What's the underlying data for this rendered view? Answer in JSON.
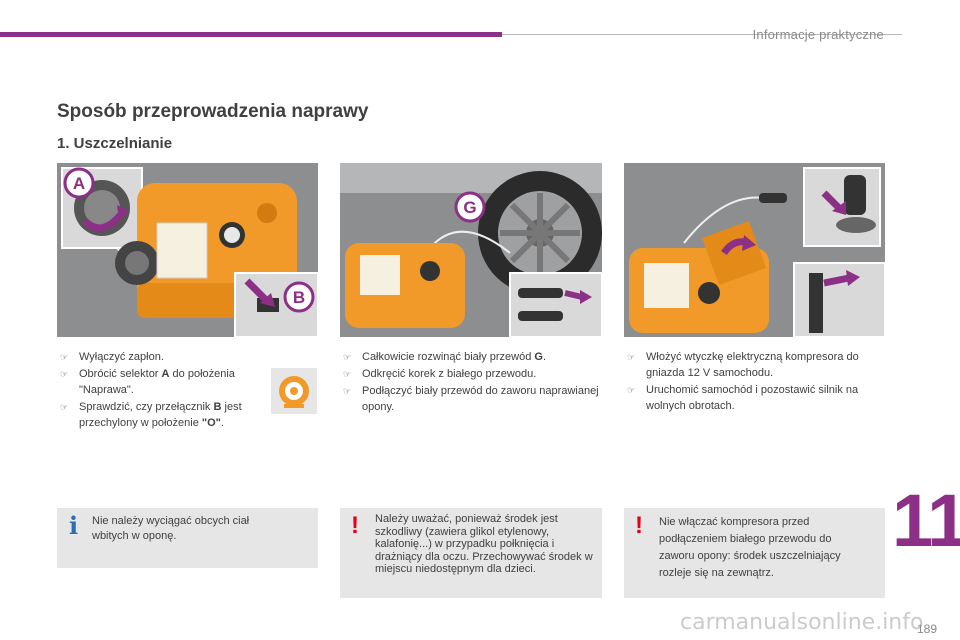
{
  "header": {
    "title": "Informacje praktyczne"
  },
  "section_title": "Sposób przeprowadzenia naprawy",
  "sub_title": "1. Uszczelnianie",
  "figures": {
    "label_a": "A",
    "label_b": "B",
    "label_g": "G"
  },
  "columns": [
    {
      "bullets": [
        {
          "text": "Wyłączyć zapłon."
        },
        {
          "pre": "Obrócić selektor ",
          "bold": "A",
          "post": " do położenia \"Naprawa\"."
        },
        {
          "pre": "Sprawdzić, czy przełącznik ",
          "bold": "B",
          "post": " jest przechylony w położenie ",
          "bold2": "\"O\"",
          "post2": "."
        }
      ]
    },
    {
      "bullets": [
        {
          "pre": "Całkowicie rozwinąć biały przewód ",
          "bold": "G",
          "post": "."
        },
        {
          "text": "Odkręcić korek z białego przewodu."
        },
        {
          "text": "Podłączyć biały przewód do zaworu naprawianej opony."
        }
      ]
    },
    {
      "bullets": [
        {
          "text": "Włożyć wtyczkę elektryczną kompresora do gniazda 12 V samochodu."
        },
        {
          "text": "Uruchomić samochód i pozostawić silnik na wolnych obrotach."
        }
      ]
    }
  ],
  "notes": [
    {
      "icon": "i",
      "text": "Nie należy wyciągać obcych ciał wbitych w oponę."
    },
    {
      "icon": "!",
      "text": "Należy uważać, ponieważ środek jest szkodliwy (zawiera glikol etylenowy, kalafonię...) w przypadku połknięcia i drażniący dla oczu. Przechowywać środek w miejscu niedostępnym dla dzieci."
    },
    {
      "icon": "!",
      "text": "Nie włączać kompresora przed podłączeniem białego przewodu do zaworu opony: środek uszczelniający rozleje się na zewnątrz."
    }
  ],
  "chapter_number": "11",
  "page_number": "189",
  "watermark": "carmanualsonline.info",
  "colors": {
    "accent": "#8c2f86",
    "device": "#f19a2a",
    "panel": "#8d8e90",
    "note_bg": "#e6e6e6",
    "warn": "#e3001b",
    "info": "#2a6fb5"
  }
}
